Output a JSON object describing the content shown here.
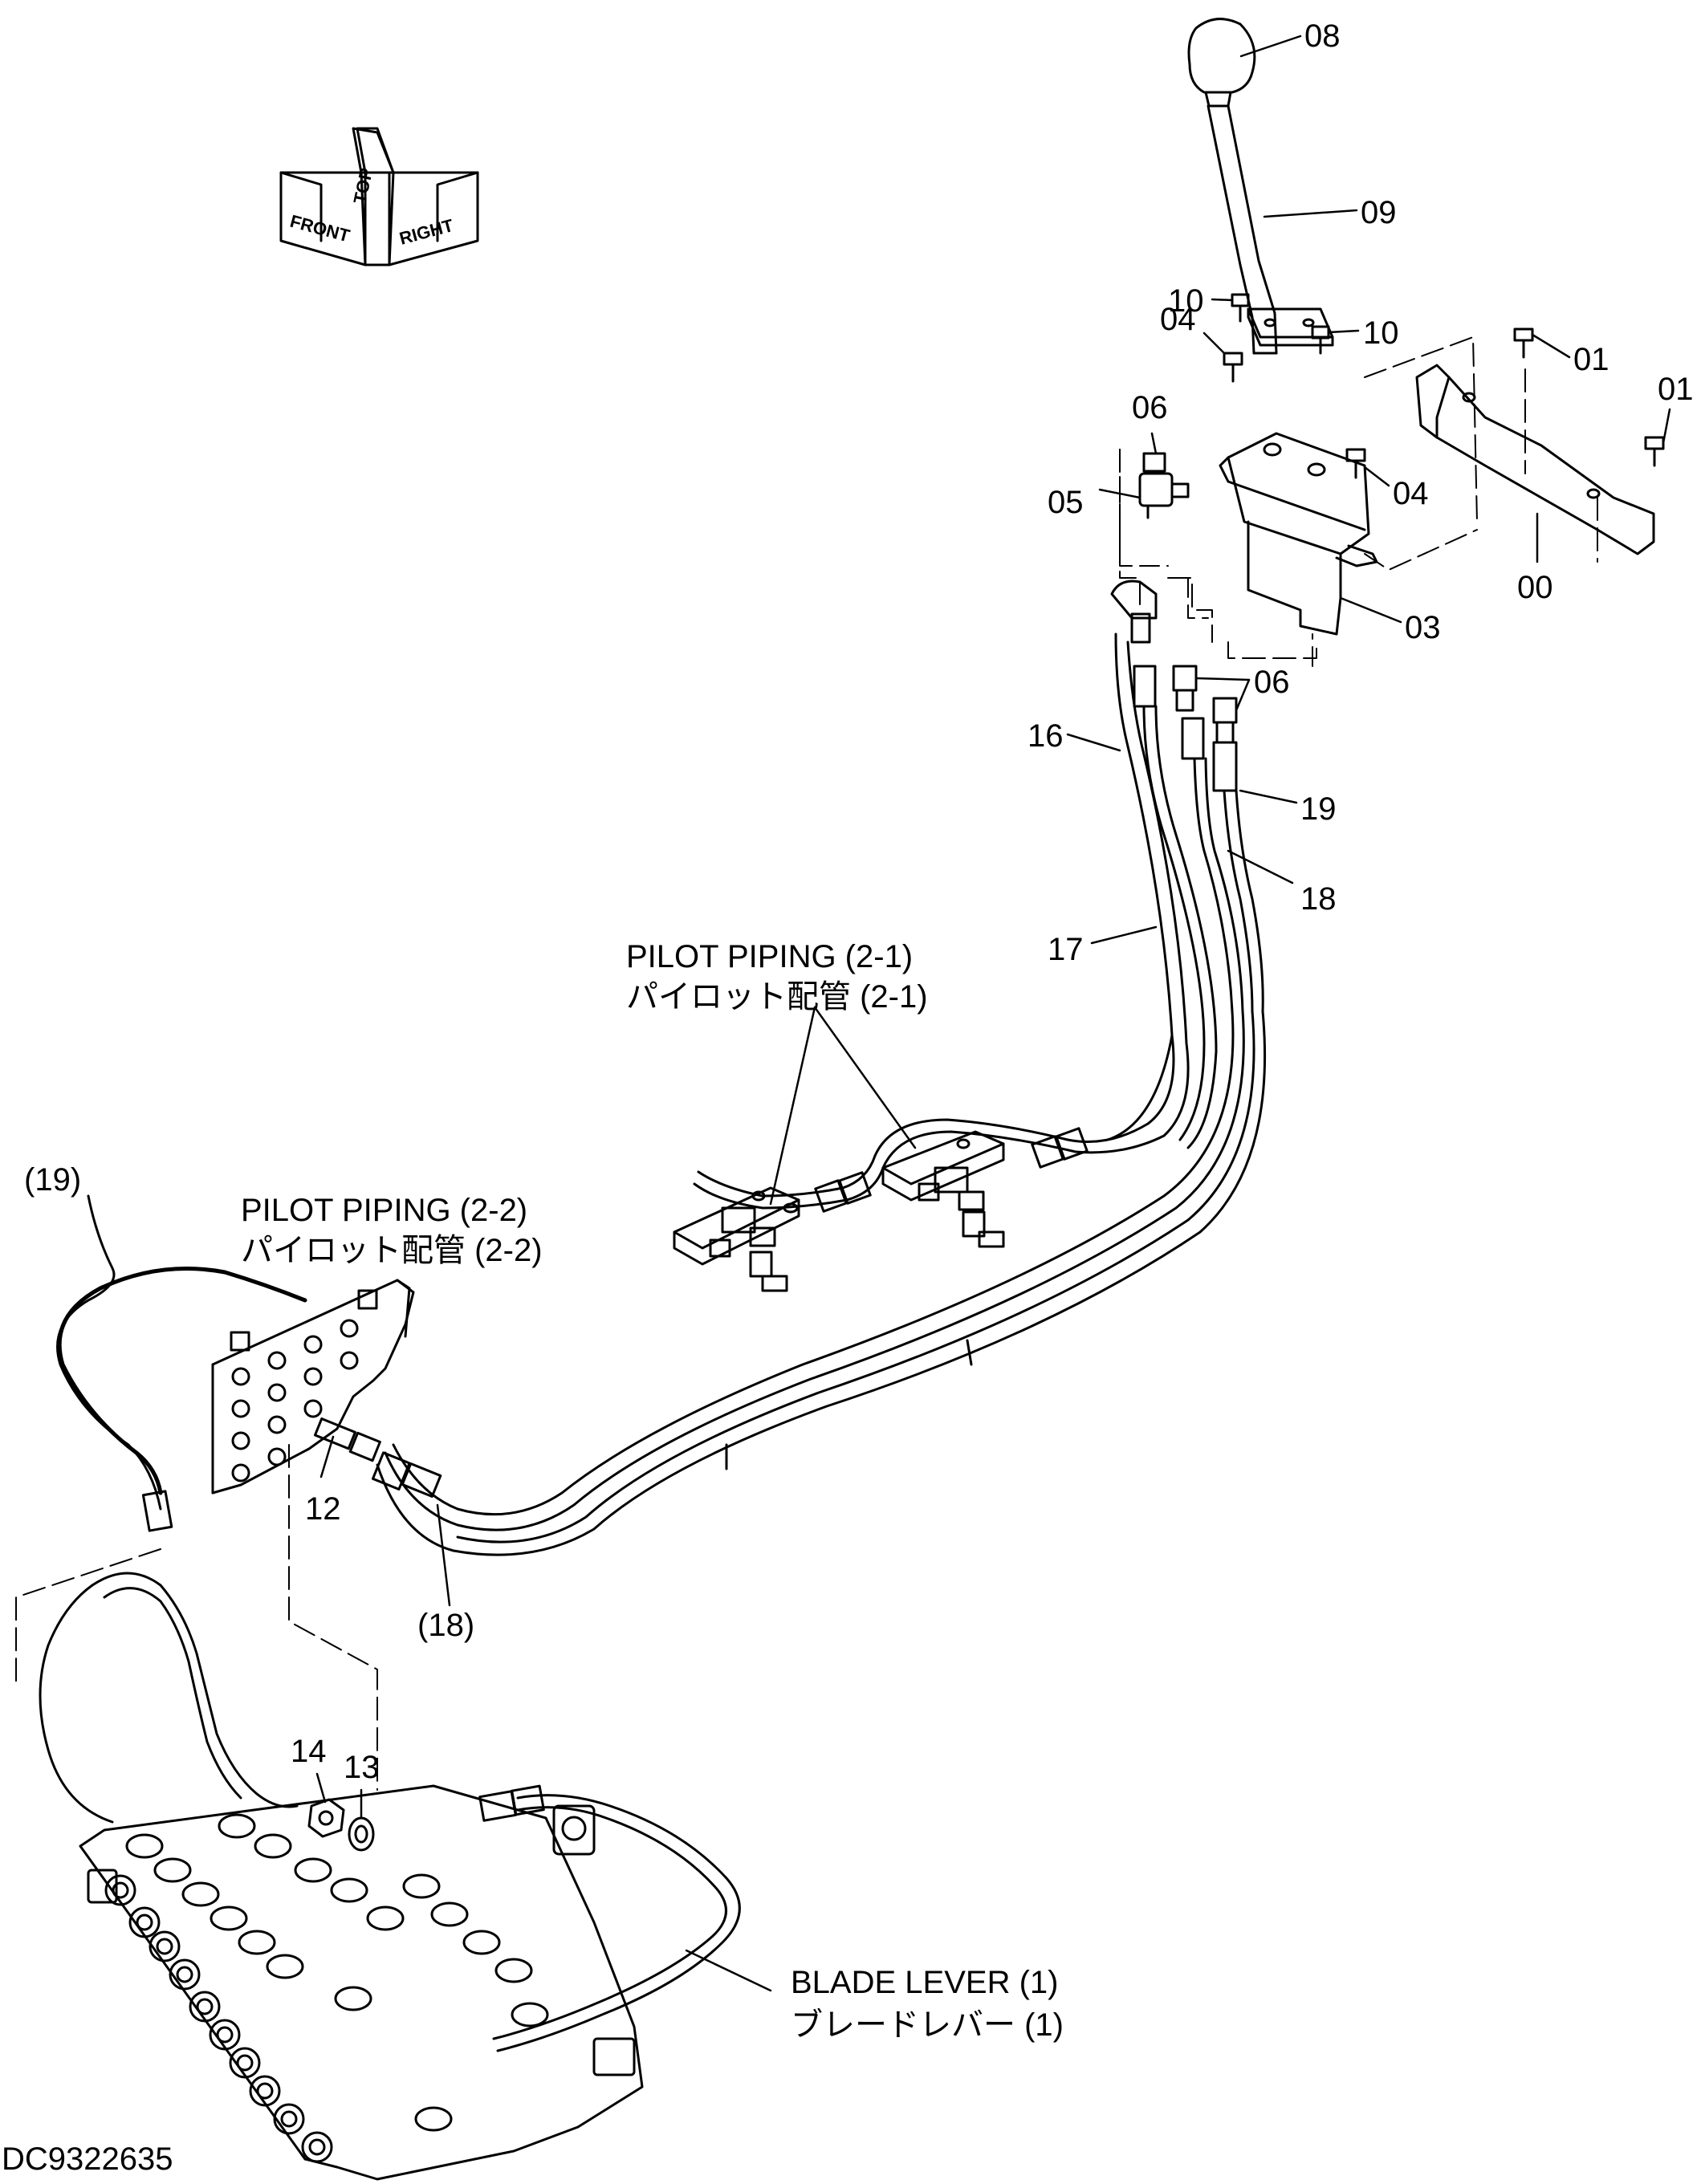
{
  "drawing_number": "DC9322635",
  "orientation": {
    "top": "TOP",
    "front": "FRONT",
    "right": "RIGHT"
  },
  "part_numbers": {
    "p00": "00",
    "p01a": "01",
    "p01b": "01",
    "p03": "03",
    "p04a": "04",
    "p04b": "04",
    "p05": "05",
    "p06a": "06",
    "p06b": "06",
    "p08": "08",
    "p09": "09",
    "p10a": "10",
    "p10b": "10",
    "p12": "12",
    "p13": "13",
    "p14": "14",
    "p16": "16",
    "p17": "17",
    "p18": "18",
    "p19": "19",
    "p18ref": "(18)",
    "p19ref": "(19)"
  },
  "references": {
    "pilot_21_en": "PILOT PIPING (2-1)",
    "pilot_21_jp": "パイロット配管 (2-1)",
    "pilot_22_en": "PILOT PIPING (2-2)",
    "pilot_22_jp": "パイロット配管 (2-2)",
    "blade_en": "BLADE LEVER (1)",
    "blade_jp": "ブレードレバー (1)"
  }
}
